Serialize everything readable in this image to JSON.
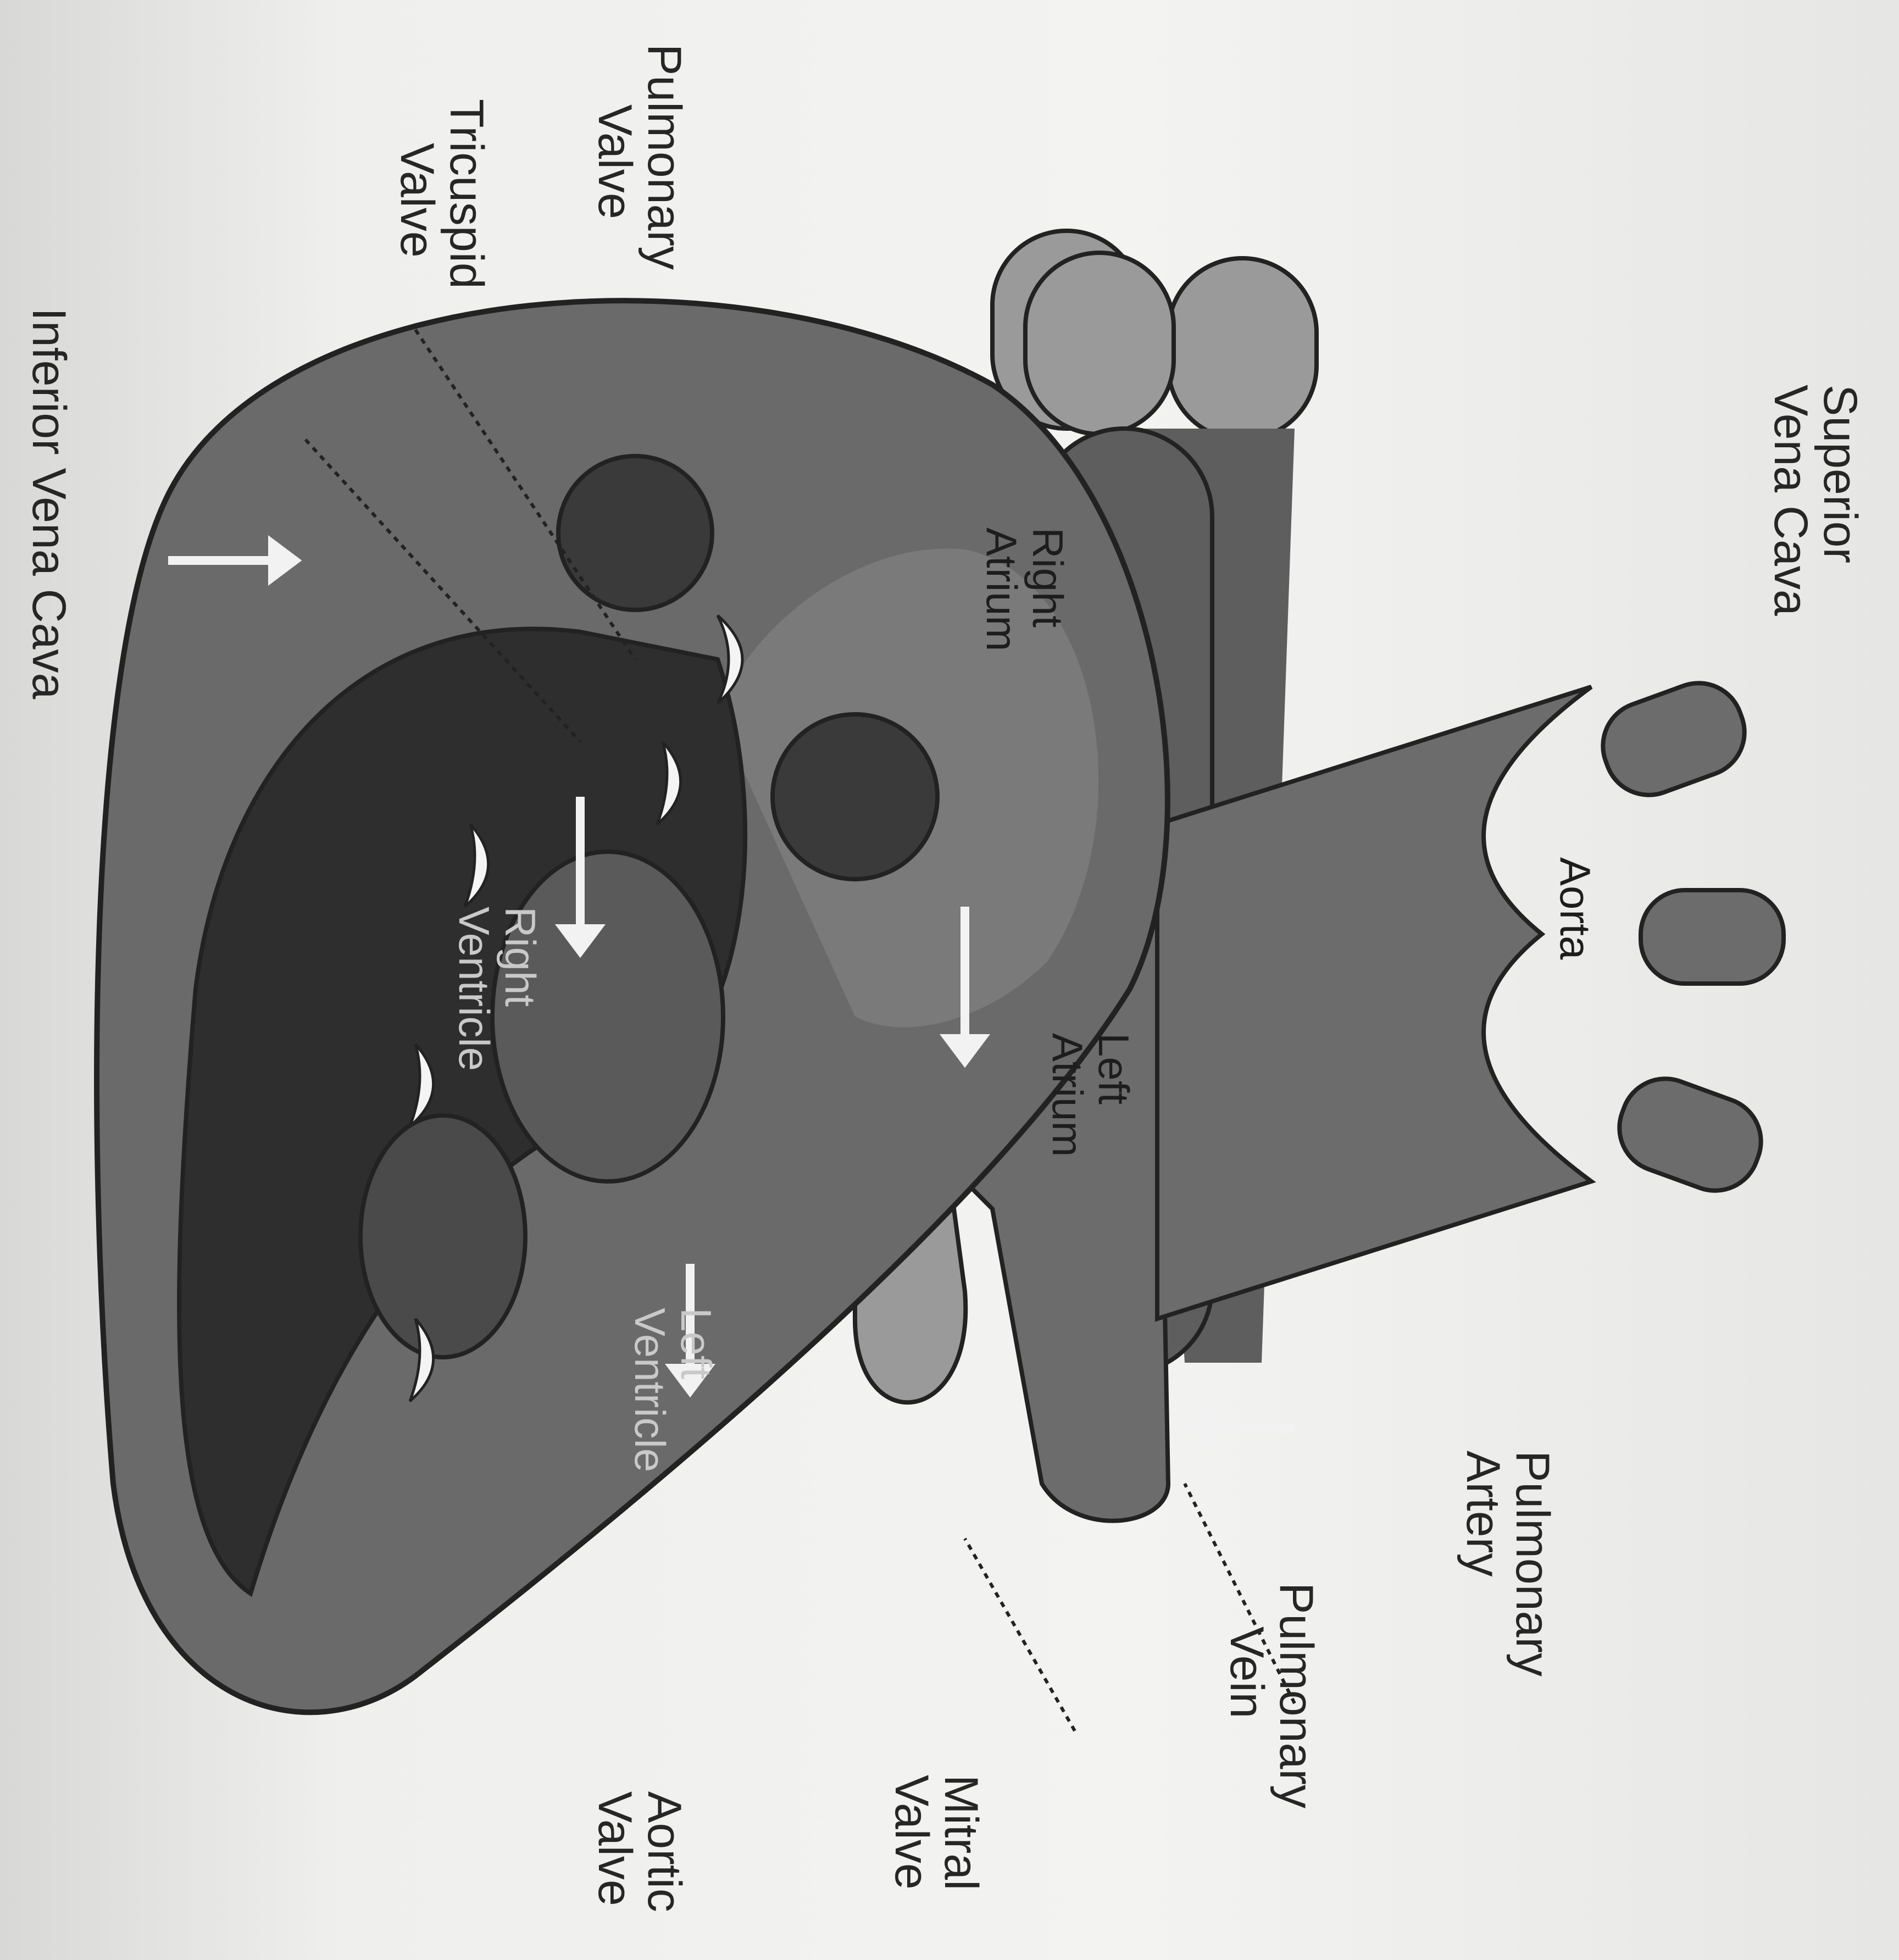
{
  "labels": {
    "superior_vena_cava": [
      "Superior",
      "Vena Cava"
    ],
    "pulmonary_valve": [
      "Pulmonary",
      "Valve"
    ],
    "tricuspid_valve": [
      "Tricuspid",
      "Valve"
    ],
    "inferior_vena_cava": [
      "Inferior Vena Cava"
    ],
    "pulmonary_artery": [
      "Pulmonary",
      "Artery"
    ],
    "pulmonary_vein": [
      "Pulmonary",
      "Vein"
    ],
    "mitral_valve": [
      "Mitral",
      "Valve"
    ],
    "aortic_valve": [
      "Aortic",
      "Valve"
    ],
    "aorta": [
      "Aorta"
    ],
    "right_atrium": [
      "Right",
      "Atrium"
    ],
    "right_ventricle": [
      "Right",
      "Ventricle"
    ],
    "left_atrium": [
      "Left",
      "Atrium"
    ],
    "left_ventricle": [
      "Left",
      "Ventricle"
    ]
  },
  "colors": {
    "outline": "#222222",
    "vena_cava": "#5e5e5e",
    "heart_wall": "#6a6a6a",
    "right_atrium": "#7a7a7a",
    "ventricle": "#2e2e2e",
    "pulmonary_artery": "#9a9a9a",
    "aorta": "#6c6c6c",
    "vessel_light": "#9d9d9d",
    "arrow": "#f2f2f2"
  }
}
